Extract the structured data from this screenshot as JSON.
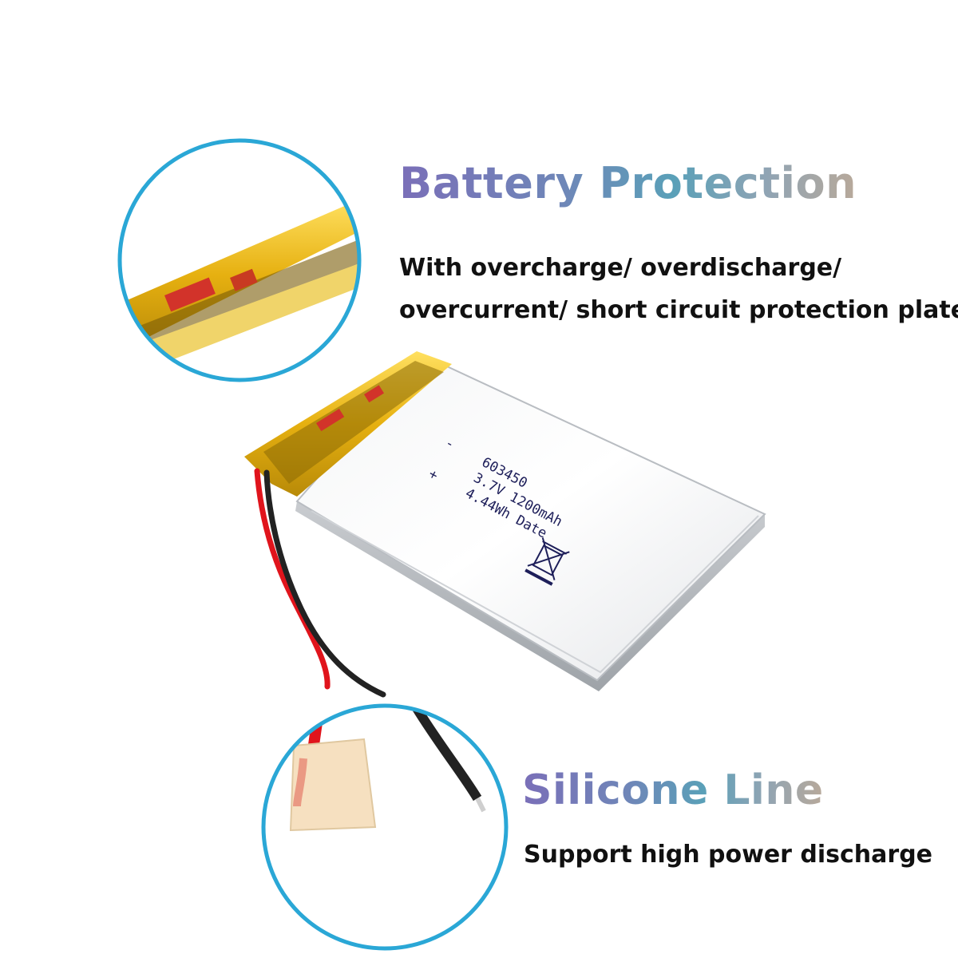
{
  "colors": {
    "circle_ring": "#2aa7d6",
    "tape": "#f2c21a",
    "cell_silver": "#d9dcdf",
    "wire_red": "#e0141c",
    "wire_black": "#222222",
    "label_ink": "#1e1f5a"
  },
  "features": [
    {
      "title": "Battery Protection",
      "description_lines": [
        "With overcharge/ overdischarge/",
        "overcurrent/ short circuit protection plate"
      ]
    },
    {
      "title": "Silicone Line",
      "description_lines": [
        "Support high power discharge"
      ]
    }
  ],
  "battery_label": {
    "lines": [
      "603450",
      "3.7V 1200mAh",
      "4.44Wh Date"
    ],
    "polarity": [
      "-",
      "+"
    ],
    "icon": "crossed-out-wheelie-bin-icon"
  }
}
